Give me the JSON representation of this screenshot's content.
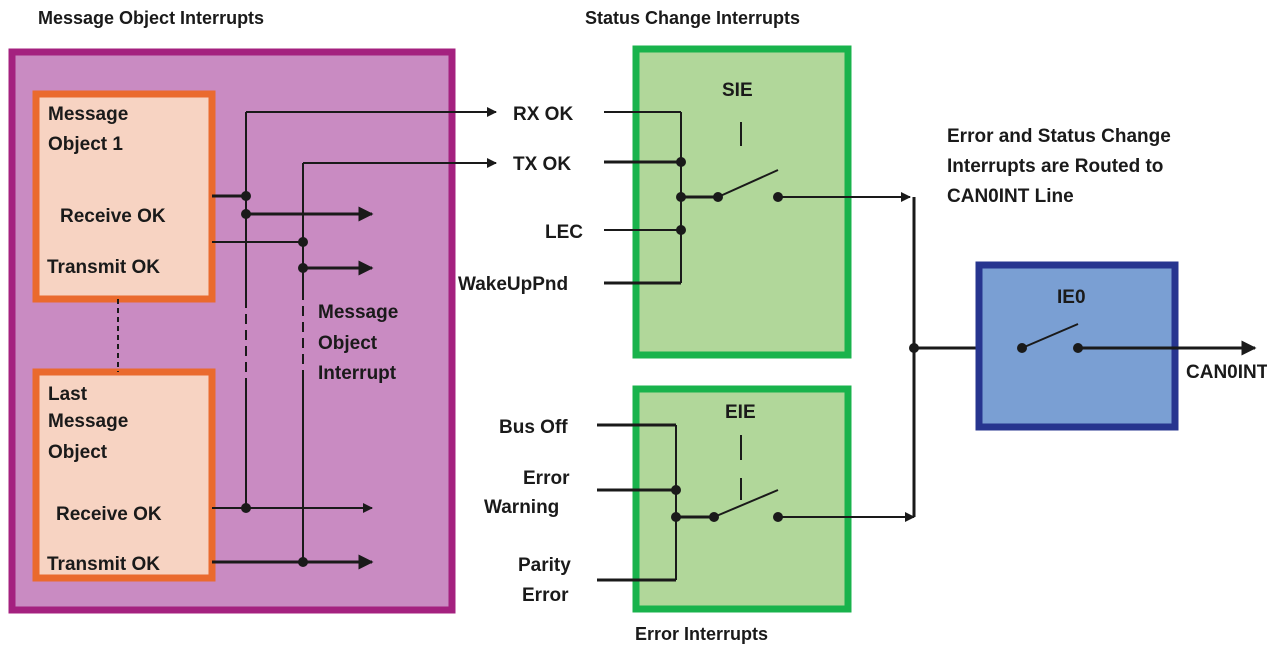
{
  "titles": {
    "message_object_interrupts": "Message Object Interrupts",
    "status_change_interrupts": "Status Change Interrupts",
    "error_interrupts": "Error Interrupts",
    "routing_note": [
      "Error and Status Change",
      "Interrupts are Routed to",
      "CAN0INT Line"
    ]
  },
  "message_object_1": {
    "label": [
      "Message",
      "Object 1"
    ],
    "receive_ok": "Receive OK",
    "transmit_ok": "Transmit OK"
  },
  "last_message_object": {
    "label": [
      "Last",
      "Message",
      "Object"
    ],
    "receive_ok": "Receive OK",
    "transmit_ok": "Transmit OK"
  },
  "message_object_interrupt_label": [
    "Message",
    "Object",
    "Interrupt"
  ],
  "sie": {
    "label": "SIE",
    "inputs": [
      "RX OK",
      "TX OK",
      "LEC",
      "WakeUpPnd"
    ]
  },
  "eie": {
    "label": "EIE",
    "inputs": {
      "bus_off": "Bus Off",
      "error_warning": [
        "Error",
        "Warning"
      ],
      "parity_error": [
        "Parity",
        "Error"
      ]
    }
  },
  "ie0": {
    "label": "IE0",
    "output": "CAN0INT"
  },
  "colors": {
    "message_panel_fill": "#c98bc2",
    "message_panel_border": "#a4217f",
    "object_fill": "#f7d3c2",
    "object_border": "#ea6a2e",
    "green_fill": "#b1d79a",
    "green_border": "#19b34c",
    "blue_fill": "#7a9fd3",
    "blue_border": "#27358f",
    "line": "#1a1a1a"
  }
}
